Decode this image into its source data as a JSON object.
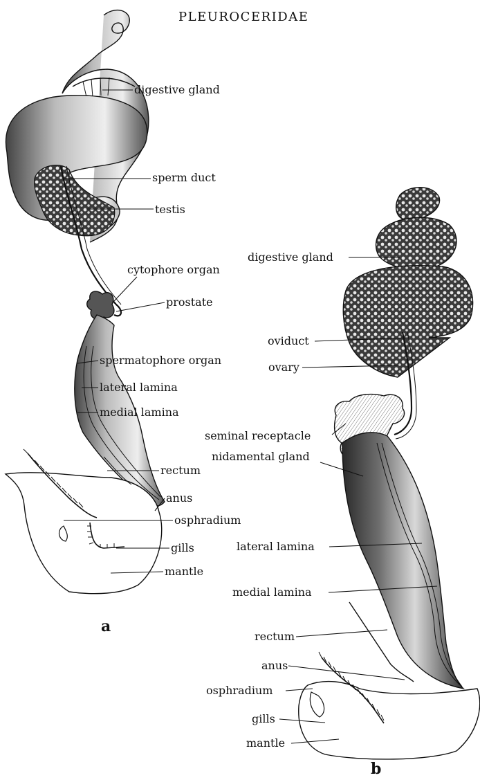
{
  "title": "PLEUROCERIDAE",
  "panel_a": {
    "letter": "a",
    "labels": {
      "digestive_gland": "digestive gland",
      "sperm_duct": "sperm duct",
      "testis": "testis",
      "cytophore_organ": "cytophore organ",
      "prostate": "prostate",
      "spermatophore_organ": "spermatophore organ",
      "lateral_lamina": "lateral lamina",
      "medial_lamina": "medial lamina",
      "rectum": "rectum",
      "anus": "anus",
      "osphradium": "osphradium",
      "gills": "gills",
      "mantle": "mantle"
    }
  },
  "panel_b": {
    "letter": "b",
    "labels": {
      "digestive_gland": "digestive gland",
      "oviduct": "oviduct",
      "ovary": "ovary",
      "seminal_receptacle": "seminal receptacle",
      "nidamental_gland": "nidamental gland",
      "lateral_lamina": "lateral lamina",
      "medial_lamina": "medial lamina",
      "rectum": "rectum",
      "anus": "anus",
      "osphradium": "osphradium",
      "gills": "gills",
      "mantle": "mantle"
    }
  }
}
